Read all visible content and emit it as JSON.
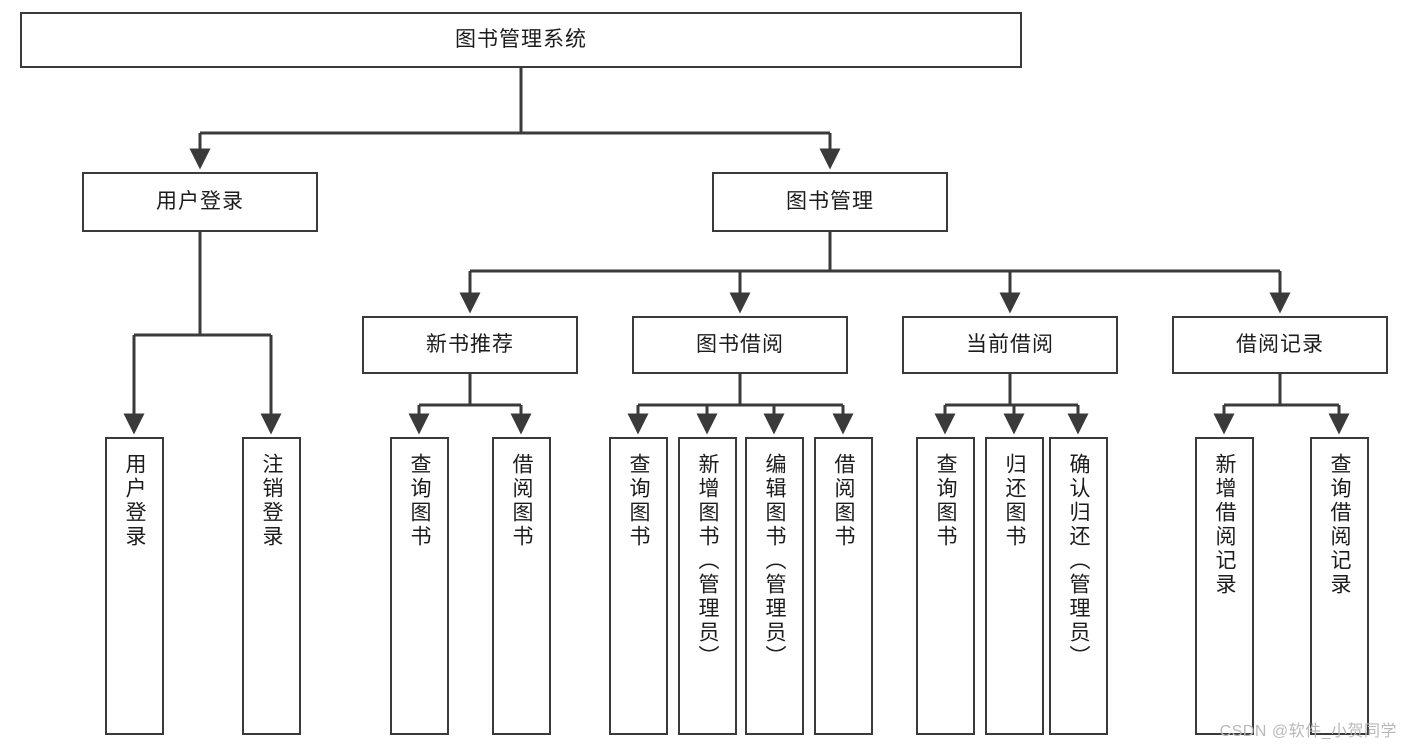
{
  "diagram": {
    "title": "图书管理系统",
    "type": "tree-hierarchy-diagram",
    "colors": {
      "box_border": "#3a3a3a",
      "box_fill": "#ffffff",
      "connector": "#3a3a3a",
      "text": "#1c1c1c",
      "watermark": "#b9b9b9",
      "background": "#ffffff"
    },
    "root": {
      "label": "图书管理系统"
    },
    "level1": [
      {
        "label": "用户登录"
      },
      {
        "label": "图书管理"
      }
    ],
    "level2": [
      {
        "label": "新书推荐"
      },
      {
        "label": "图书借阅"
      },
      {
        "label": "当前借阅"
      },
      {
        "label": "借阅记录"
      }
    ],
    "leaves": {
      "user_login": [
        {
          "label": "用户登录"
        },
        {
          "label": "注销登录"
        }
      ],
      "new_book_recommend": [
        {
          "label": "查询图书"
        },
        {
          "label": "借阅图书"
        }
      ],
      "book_borrow": [
        {
          "label": "查询图书"
        },
        {
          "label": "新增图书（管理员）"
        },
        {
          "label": "编辑图书（管理员）"
        },
        {
          "label": "借阅图书"
        }
      ],
      "current_borrow": [
        {
          "label": "查询图书"
        },
        {
          "label": "归还图书"
        },
        {
          "label": "确认归还（管理员）"
        }
      ],
      "borrow_record": [
        {
          "label": "新增借阅记录"
        },
        {
          "label": "查询借阅记录"
        }
      ]
    },
    "watermark": "CSDN @软件_小贺同学"
  }
}
